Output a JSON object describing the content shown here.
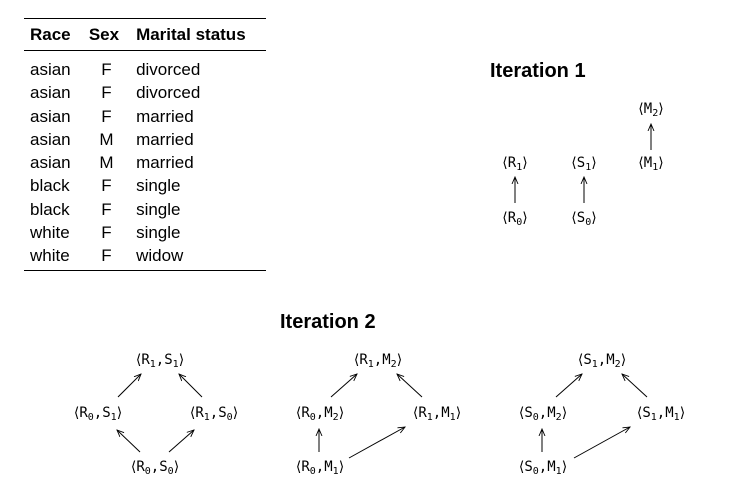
{
  "table": {
    "headers": [
      "Race",
      "Sex",
      "Marital status"
    ],
    "rows": [
      [
        "asian",
        "F",
        "divorced"
      ],
      [
        "asian",
        "F",
        "divorced"
      ],
      [
        "asian",
        "F",
        "married"
      ],
      [
        "asian",
        "M",
        "married"
      ],
      [
        "asian",
        "M",
        "married"
      ],
      [
        "black",
        "F",
        "single"
      ],
      [
        "black",
        "F",
        "single"
      ],
      [
        "white",
        "F",
        "single"
      ],
      [
        "white",
        "F",
        "widow"
      ]
    ]
  },
  "iteration1": {
    "title": "Iteration 1",
    "nodes": {
      "r1": {
        "parts": [
          [
            "R",
            "1"
          ]
        ]
      },
      "s1": {
        "parts": [
          [
            "S",
            "1"
          ]
        ]
      },
      "m2": {
        "parts": [
          [
            "M",
            "2"
          ]
        ]
      },
      "m1": {
        "parts": [
          [
            "M",
            "1"
          ]
        ]
      },
      "r0": {
        "parts": [
          [
            "R",
            "0"
          ]
        ]
      },
      "s0": {
        "parts": [
          [
            "S",
            "0"
          ]
        ]
      }
    }
  },
  "iteration2": {
    "title": "Iteration 2",
    "lattice_a": {
      "top": {
        "parts": [
          [
            "R",
            "1"
          ],
          [
            "S",
            "1"
          ]
        ]
      },
      "left": {
        "parts": [
          [
            "R",
            "0"
          ],
          [
            "S",
            "1"
          ]
        ]
      },
      "right": {
        "parts": [
          [
            "R",
            "1"
          ],
          [
            "S",
            "0"
          ]
        ]
      },
      "bottom": {
        "parts": [
          [
            "R",
            "0"
          ],
          [
            "S",
            "0"
          ]
        ]
      }
    },
    "lattice_b": {
      "top": {
        "parts": [
          [
            "R",
            "1"
          ],
          [
            "M",
            "2"
          ]
        ]
      },
      "left": {
        "parts": [
          [
            "R",
            "0"
          ],
          [
            "M",
            "2"
          ]
        ]
      },
      "right": {
        "parts": [
          [
            "R",
            "1"
          ],
          [
            "M",
            "1"
          ]
        ]
      },
      "bottom": {
        "parts": [
          [
            "R",
            "0"
          ],
          [
            "M",
            "1"
          ]
        ]
      }
    },
    "lattice_c": {
      "top": {
        "parts": [
          [
            "S",
            "1"
          ],
          [
            "M",
            "2"
          ]
        ]
      },
      "left": {
        "parts": [
          [
            "S",
            "0"
          ],
          [
            "M",
            "2"
          ]
        ]
      },
      "right": {
        "parts": [
          [
            "S",
            "1"
          ],
          [
            "M",
            "1"
          ]
        ]
      },
      "bottom": {
        "parts": [
          [
            "S",
            "0"
          ],
          [
            "M",
            "1"
          ]
        ]
      }
    }
  }
}
